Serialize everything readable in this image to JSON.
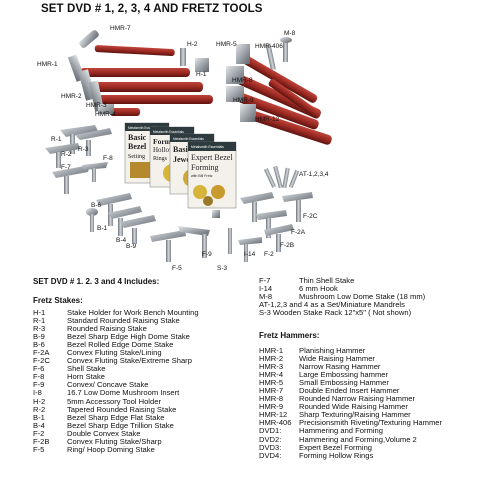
{
  "page": {
    "title": "SET DVD # 1, 2, 3, 4 AND FRETZ TOOLS"
  },
  "callouts": {
    "hmr7": "HMR-7",
    "h2": "H-2",
    "hmr5": "HMR-5",
    "hmr406": "HMR-406",
    "m8": "M-8",
    "hmr1": "HMR-1",
    "h1": "H-1",
    "hmr8": "HMR-8",
    "hmr2": "HMR-2",
    "hmr3": "HMR-3",
    "hmr9": "HMR-9",
    "hmr4": "HMR-4",
    "hmr12": "HMR-12",
    "r1": "R-1",
    "r3": "R-3",
    "r2": "R-2",
    "f7": "F-7",
    "f8": "F-8",
    "at": "AT-1,2,3,4",
    "b6": "B-6",
    "b1": "B-1",
    "b4": "B-4",
    "b9": "B-9",
    "f2c": "F-2C",
    "f2a": "F-2A",
    "f2b": "F-2B",
    "f2": "F-2",
    "i14": "I-14",
    "f9": "F-9",
    "f5": "F-5",
    "s3": "S-3"
  },
  "dvds": [
    {
      "t1": "Metalsmith Essentials",
      "t2": "Basic",
      "t3": "Bezel",
      "t4": "Setting"
    },
    {
      "t1": "Metalsmith Essentials",
      "t2": "Forming",
      "t3": "Hollow",
      "t4": "Rings"
    },
    {
      "t1": "Metalsmith Essentials",
      "t2": "Basic",
      "t3": "Jewelry",
      "t4": ""
    },
    {
      "t1": "Metalsmith Essentials",
      "t2": "Expert Bezel",
      "t3": "Forming",
      "t4": "with Bill Fretz"
    }
  ],
  "includes": {
    "heading": "SET DVD # 1. 2. 3 and 4 Includes:"
  },
  "fretz_stakes": {
    "heading": "Fretz Stakes:",
    "items": [
      {
        "code": "H-1",
        "desc": "Stake Holder for Work Bench Mounting"
      },
      {
        "code": "R-1",
        "desc": "Standard Rounded Raising Stake"
      },
      {
        "code": "R-3",
        "desc": "Rounded Raising Stake"
      },
      {
        "code": "B-9",
        "desc": "Bezel Sharp Edge High Dome Stake"
      },
      {
        "code": "B-6",
        "desc": "Bezel Rolled Edge Dome Stake"
      },
      {
        "code": "F-2A",
        "desc": "Convex Fluting Stake/Lining"
      },
      {
        "code": "F-2C",
        "desc": "Convex Fluting Stake/Extreme Sharp"
      },
      {
        "code": "F-6",
        "desc": "Shell Stake"
      },
      {
        "code": "F-8",
        "desc": "Horn Stake"
      },
      {
        "code": "F-9",
        "desc": "Convex/ Concave Stake"
      },
      {
        "code": "I-8",
        "desc": "16.7 Low Dome Mushroom Insert"
      },
      {
        "code": "H-2",
        "desc": "5mm Accessory Tool Holder"
      },
      {
        "code": "R-2",
        "desc": "Tapered Rounded Raising Stake"
      },
      {
        "code": "B-1",
        "desc": "Bezel Sharp Edge Flat Stake"
      },
      {
        "code": "B-4",
        "desc": "Bezel Sharp Edge Trillion Stake"
      },
      {
        "code": "F-2",
        "desc": "Double Convex Stake"
      },
      {
        "code": "F-2B",
        "desc": "Convex Fluting Stake/Sharp"
      },
      {
        "code": "F-5",
        "desc": "Ring/ Hoop Doming Stake"
      }
    ]
  },
  "other_tools": {
    "items": [
      {
        "code": "F-7",
        "desc": "Thin Shell Stake"
      },
      {
        "code": "I-14",
        "desc": "6 mm Hook"
      },
      {
        "code": "M-8",
        "desc": "Mushroom Low Dome Stake (18 mm)"
      },
      {
        "code": "",
        "desc": "AT-1,2,3 and 4 as a Set/Miniature Mandrels"
      },
      {
        "code": "",
        "desc": "S-3 Wooden Stake Rack 12\"x5\" ( Not shown)"
      }
    ]
  },
  "fretz_hammers": {
    "heading": "Fretz Hammers:",
    "items": [
      {
        "code": "HMR-1",
        "desc": "Planishing Hammer"
      },
      {
        "code": "HMR-2",
        "desc": "Wide Raising Hammer"
      },
      {
        "code": "HMR-3",
        "desc": "Narrow Rasing Hammer"
      },
      {
        "code": "HMR-4",
        "desc": "Large Embossing hammer"
      },
      {
        "code": "HMR-5",
        "desc": "Small Embossing Hammer"
      },
      {
        "code": "HMR-7",
        "desc": "Double Ended Insert Hammer"
      },
      {
        "code": "HMR-8",
        "desc": "Rounded Narrow Raising Hammer"
      },
      {
        "code": "HMR-9",
        "desc": "Rounded Wide Raising Hammer"
      },
      {
        "code": "HMR-12",
        "desc": "Sharp Texturing/Raising Hammer"
      },
      {
        "code": "HMR-406",
        "desc": "Precisionsmith Riveting/Texturing Hammer"
      },
      {
        "code": "DVD1:",
        "desc": "Hammering and Forming"
      },
      {
        "code": "DVD2:",
        "desc": "Hammering and Forming,Volume 2"
      },
      {
        "code": "DVD3:",
        "desc": "Expert Bezel Forming"
      },
      {
        "code": "DVD4:",
        "desc": "Forming Hollow Rings"
      }
    ]
  },
  "colors": {
    "handle": "#9b2a23",
    "handle_dark": "#6e1712",
    "steel": "#8f959b",
    "steel_light": "#c9cdd1",
    "dvd_dark": "#2d3b3f",
    "dvd_yellow": "#d8b43b"
  }
}
